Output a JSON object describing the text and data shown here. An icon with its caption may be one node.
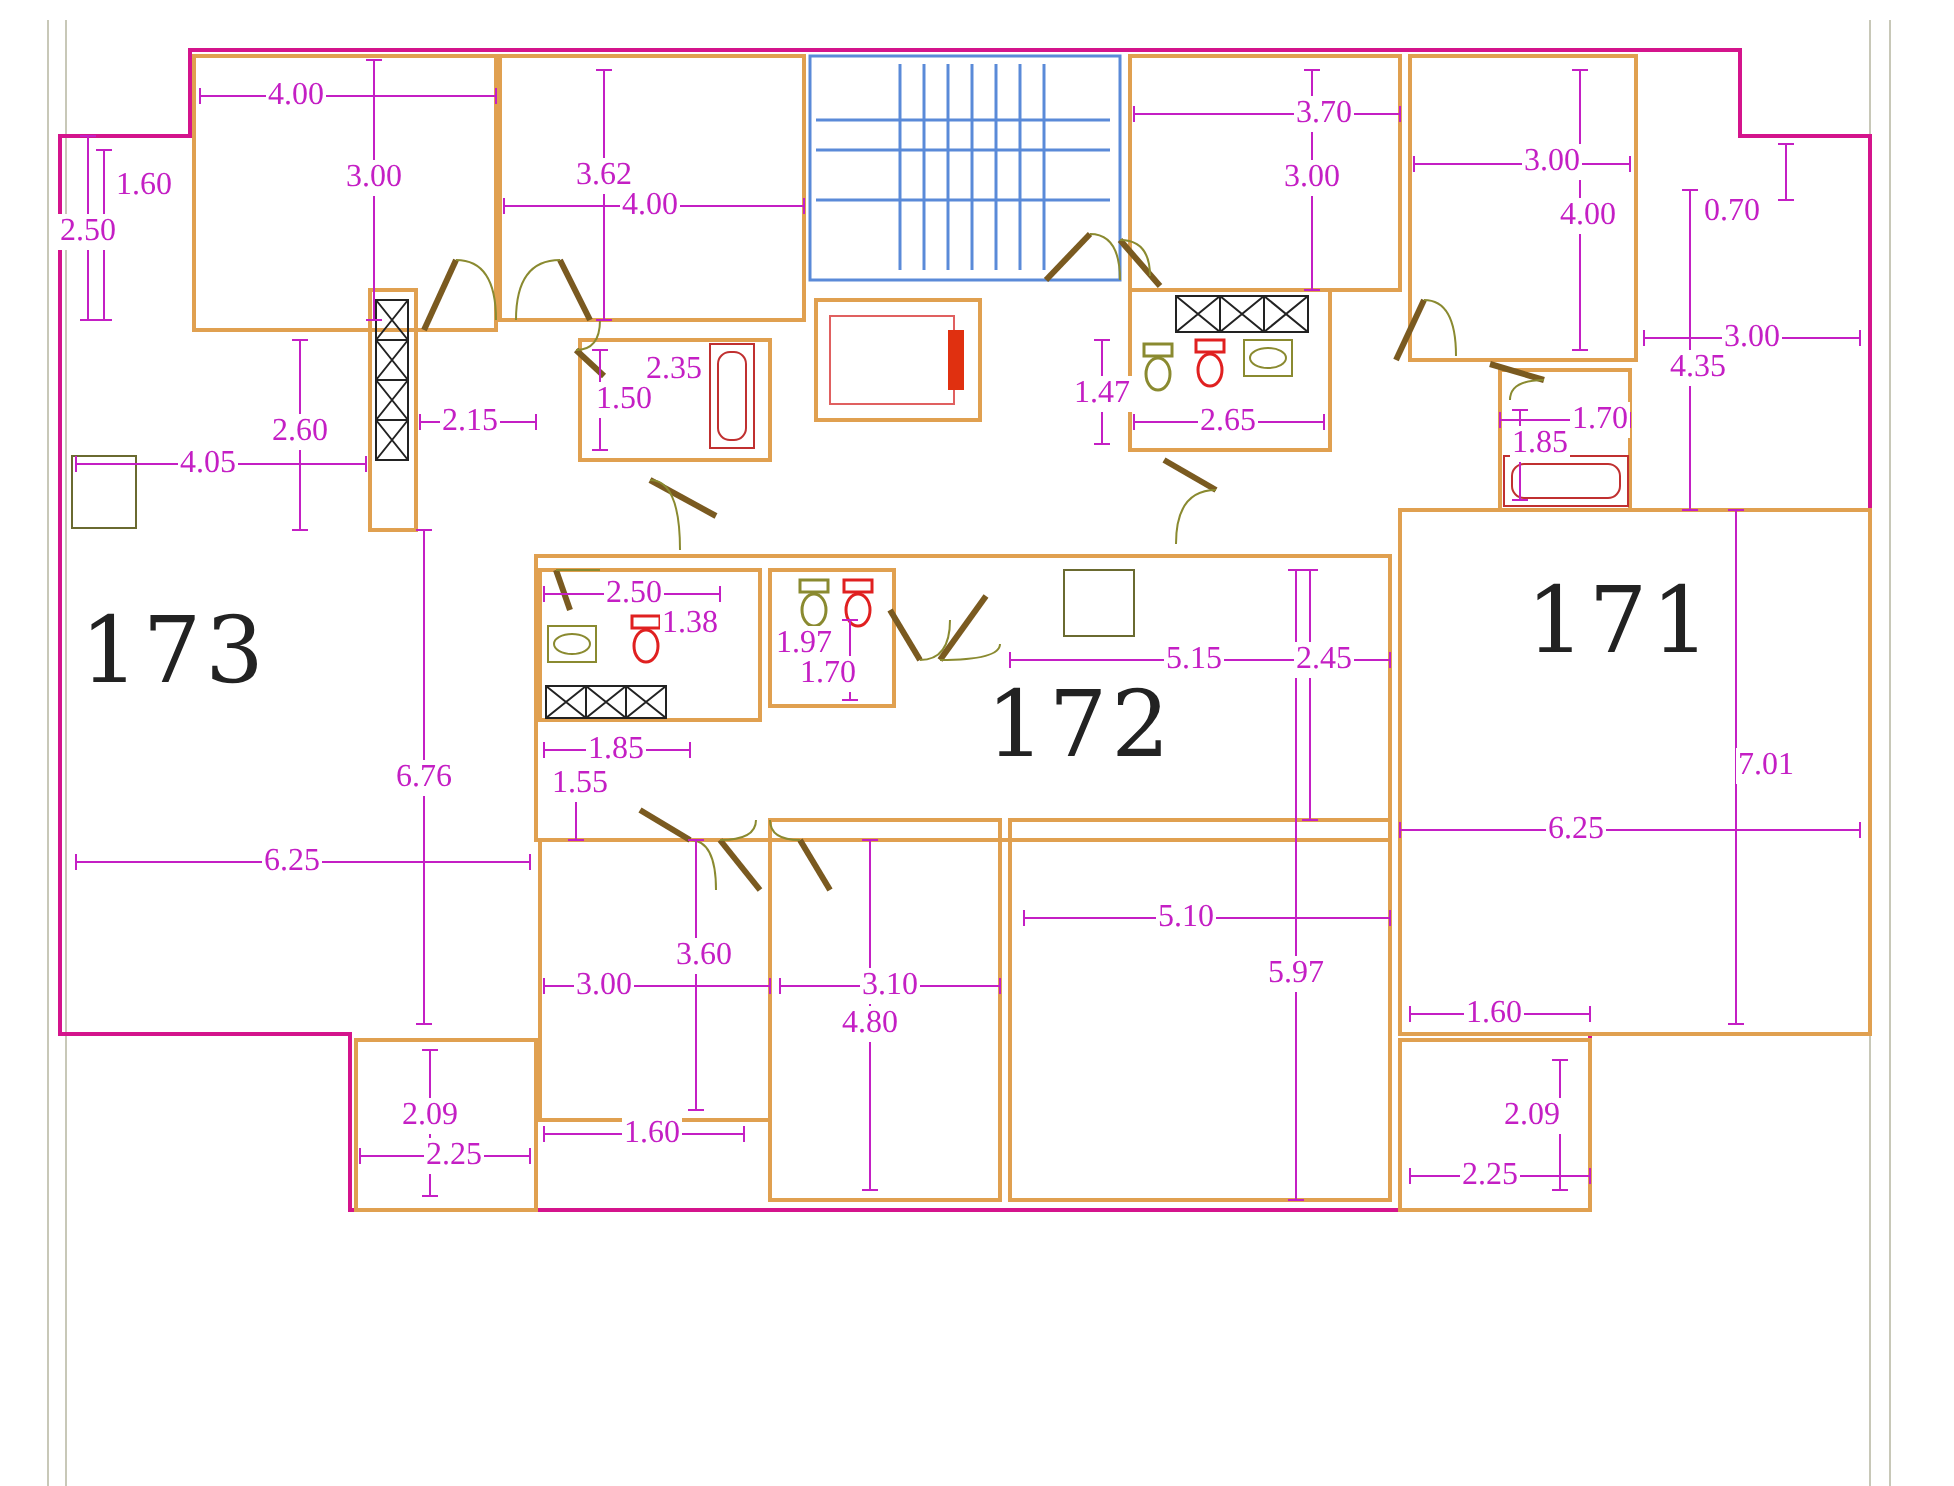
{
  "diagram": {
    "labels": [
      "4.00",
      "3.70",
      "3.00",
      "1.60",
      "3.00",
      "3.62",
      "3.00",
      "4.00",
      "4.00",
      "0.70",
      "2.50",
      "3.00",
      "2.35",
      "4.35",
      "2.60",
      "2.15",
      "1.50",
      "1.47",
      "2.65",
      "1.85",
      "1.70",
      "4.05",
      "171",
      "173",
      "2.50",
      "1.38",
      "1.97",
      "5.15",
      "2.45",
      "1.70",
      "172",
      "1.85",
      "7.01",
      "6.76",
      "1.55",
      "6.25",
      "6.25",
      "5.10",
      "5.97",
      "3.00",
      "3.60",
      "3.10",
      "1.60",
      "4.80",
      "2.09",
      "2.09",
      "1.60",
      "2.25",
      "2.25"
    ]
  }
}
